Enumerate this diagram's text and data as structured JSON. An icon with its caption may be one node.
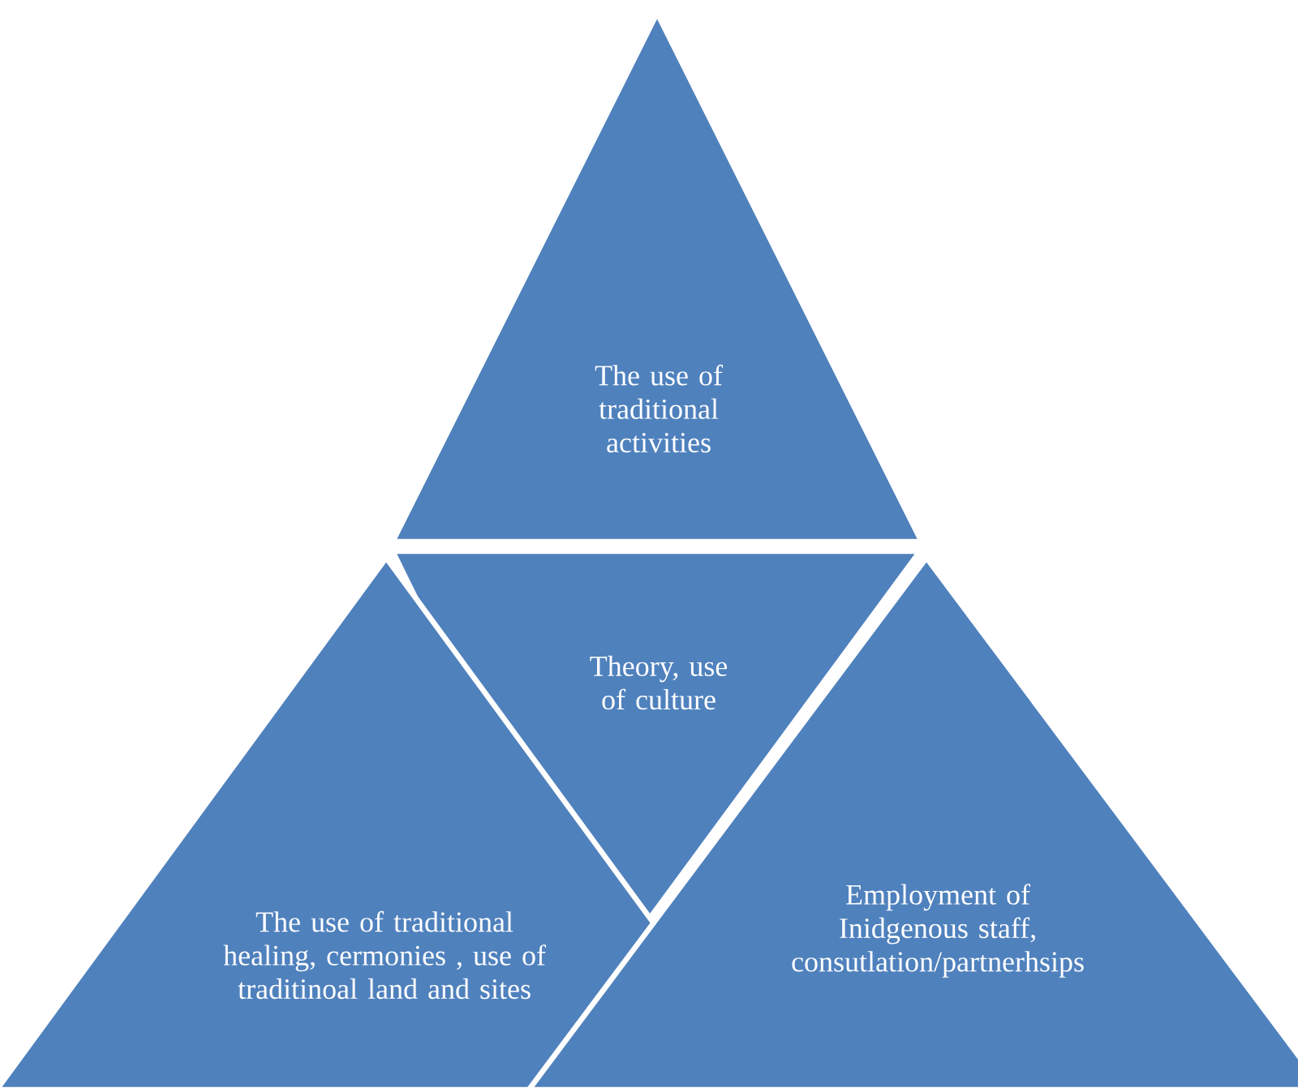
{
  "diagram": {
    "nodes": [
      {
        "text": [
          "The use of traditional activities"
        ]
      },
      {
        "text": [
          "Theory, use of culture"
        ]
      },
      {
        "text": [
          "The use of traditional healing, cermonies , use of traditinoal land and sites"
        ]
      },
      {
        "text": [
          "Employment of Inidgenous staff, consutlation/partnerhsips"
        ]
      }
    ]
  }
}
